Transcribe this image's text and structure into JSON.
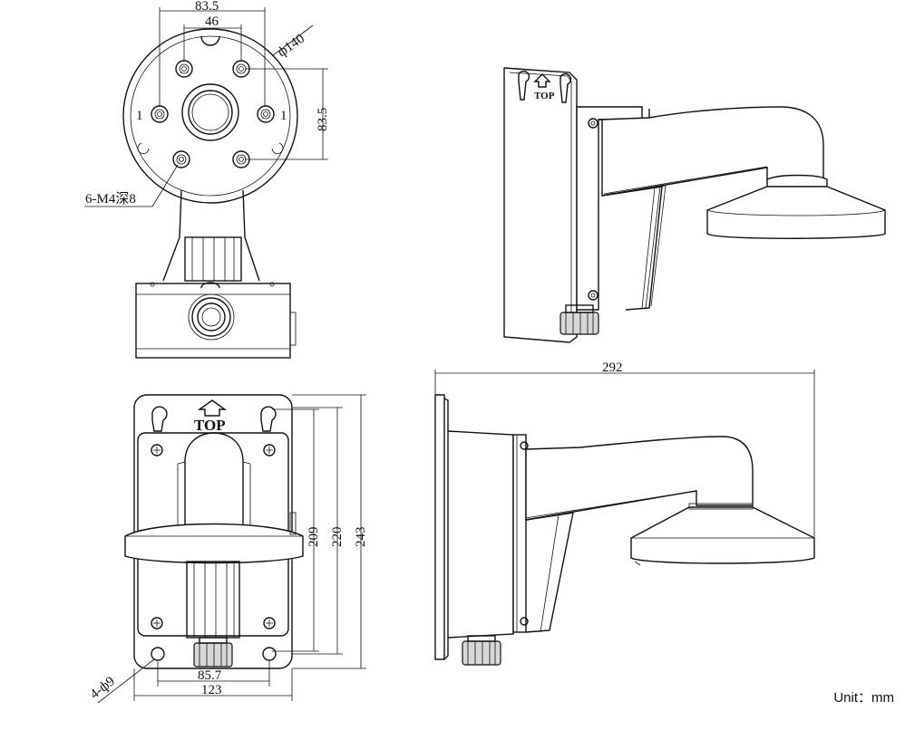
{
  "dimensions": {
    "top_view_width": "83.5",
    "top_view_hole_spacing": "46",
    "top_view_diameter": "ф140",
    "top_view_height": "83.5",
    "top_view_thread_note": "6-M4深8",
    "side_hole_label_left": "1",
    "side_hole_label_right": "1",
    "front_height_209": "209",
    "front_height_220": "220",
    "front_height_243": "243",
    "front_hole_spacing": "85.7",
    "front_width": "123",
    "front_holes_note": "4-ф9",
    "side_length": "292"
  },
  "labels": {
    "top_marking_front": "TOP",
    "top_marking_perspective": "TOP"
  },
  "unit": {
    "label": "Unit：mm"
  },
  "icons": {
    "up_arrow": "up-arrow-icon"
  }
}
